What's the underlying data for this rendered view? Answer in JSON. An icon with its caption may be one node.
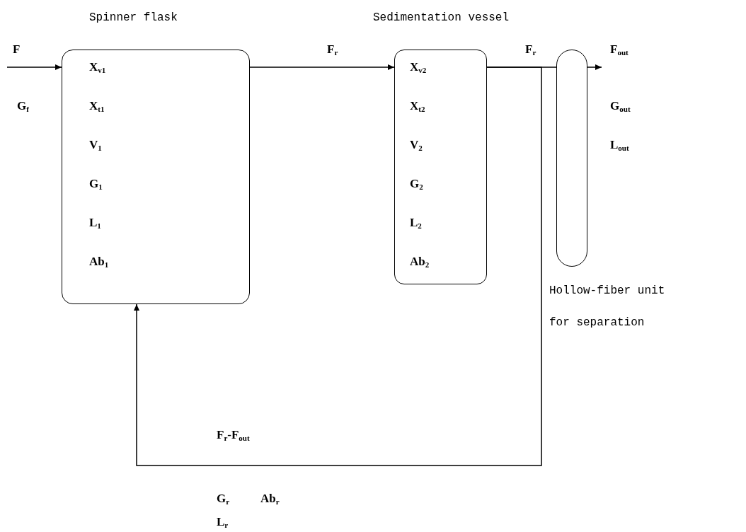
{
  "diagram": {
    "nodes": [
      {
        "text": [
          "Spinner flask",
          "X$_{v1}$",
          "X$_{t1}$",
          "V$_{1}$",
          "G$_{1}$",
          "L$_{1}$",
          "Ab$_{1}$"
        ]
      },
      {
        "text": [
          "Sedimentation vessel",
          "X$_{v2}$",
          "X$_{t2}$",
          "V$_{2}$",
          "G$_{2}$",
          "L$_{2}$",
          "Ab$_{2}$"
        ]
      },
      {
        "text": [
          "Hollow-fiber unit for separation"
        ]
      }
    ],
    "edges": [
      {
        "from": null,
        "to": 0,
        "arrow": "to",
        "label": "F"
      },
      {
        "from": 0,
        "to": 1,
        "arrow": "to",
        "label": "F$_{r}$"
      },
      {
        "from": 1,
        "to": 2,
        "arrow": "none",
        "label": "F$_{r}$"
      },
      {
        "from": 2,
        "to": null,
        "arrow": "to",
        "label": "F$_{out}$"
      },
      {
        "from": 1,
        "to": 0,
        "arrow": "to",
        "label": "F$_{r}$-F$_{out}$"
      }
    ],
    "labels": [
      "G$_{f}$",
      "G$_{out}$",
      "L$_{out}$",
      "G$_{r}$",
      "Ab$_{r}$",
      "L$_{r}$"
    ]
  }
}
